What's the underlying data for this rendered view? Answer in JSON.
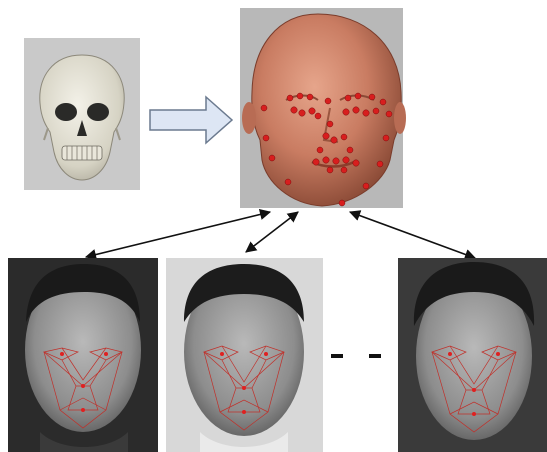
{
  "figure": {
    "panels": [
      {
        "id": "skull",
        "subject": "skull-3d-model"
      },
      {
        "id": "head",
        "subject": "3d-head-model-with-red-landmarks"
      },
      {
        "id": "photo-1",
        "subject": "face-photo-with-landmark-mesh"
      },
      {
        "id": "photo-2",
        "subject": "face-photo-with-landmark-mesh"
      },
      {
        "id": "photo-3",
        "subject": "face-photo-with-landmark-mesh"
      }
    ],
    "ellipsis_between_photos": true
  },
  "colors": {
    "landmark": "#d81e1e",
    "panel_bg": "#b8b8b8",
    "arrow_fill": "#dde6f4",
    "arrow_stroke": "#6b7a8f",
    "connector": "#111111"
  }
}
